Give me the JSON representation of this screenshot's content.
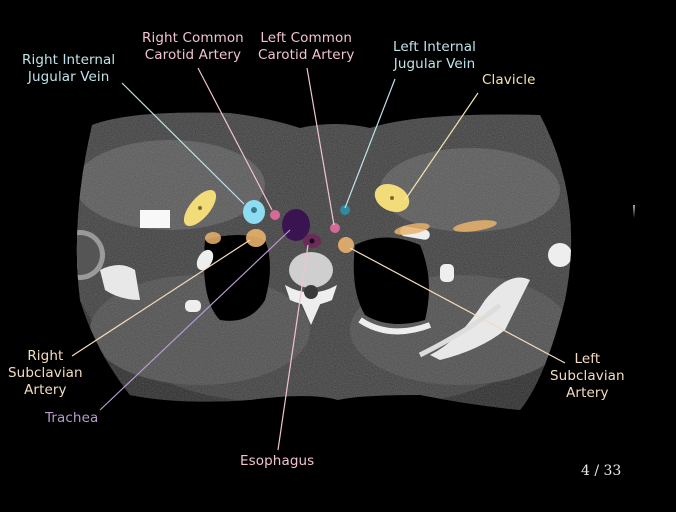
{
  "viewer": {
    "slice_counter": "4 / 33",
    "current_slice": 4,
    "total_slices": 33
  },
  "colors": {
    "vein_light": "#8ddcf2",
    "vein_dark": "#2f8aa0",
    "carotid": "#d46a95",
    "clavicle": "#f2dc7a",
    "subclavian": "#e9b36b",
    "trachea": "#3a1450",
    "esophagus": "#6a2a5a",
    "label_vein": "#bfe3ea",
    "label_carotid": "#f0c2d4",
    "label_clavicle": "#f4e4b0",
    "label_subclavian": "#f3dcc0",
    "label_trachea": "#b99ad0",
    "label_esophagus": "#f0c2d4"
  },
  "labels": {
    "right_internal_jugular_vein": [
      "Right Internal",
      "Jugular Vein"
    ],
    "right_common_carotid_artery": [
      "Right Common",
      "Carotid Artery"
    ],
    "left_common_carotid_artery": [
      "Left Common",
      "Carotid Artery"
    ],
    "left_internal_jugular_vein": [
      "Left Internal",
      "Jugular Vein"
    ],
    "clavicle": [
      "Clavicle"
    ],
    "right_subclavian_artery": [
      "Right",
      "Subclavian",
      "Artery"
    ],
    "trachea": [
      "Trachea"
    ],
    "esophagus": [
      "Esophagus"
    ],
    "left_subclavian_artery": [
      "Left",
      "Subclavian",
      "Artery"
    ]
  }
}
